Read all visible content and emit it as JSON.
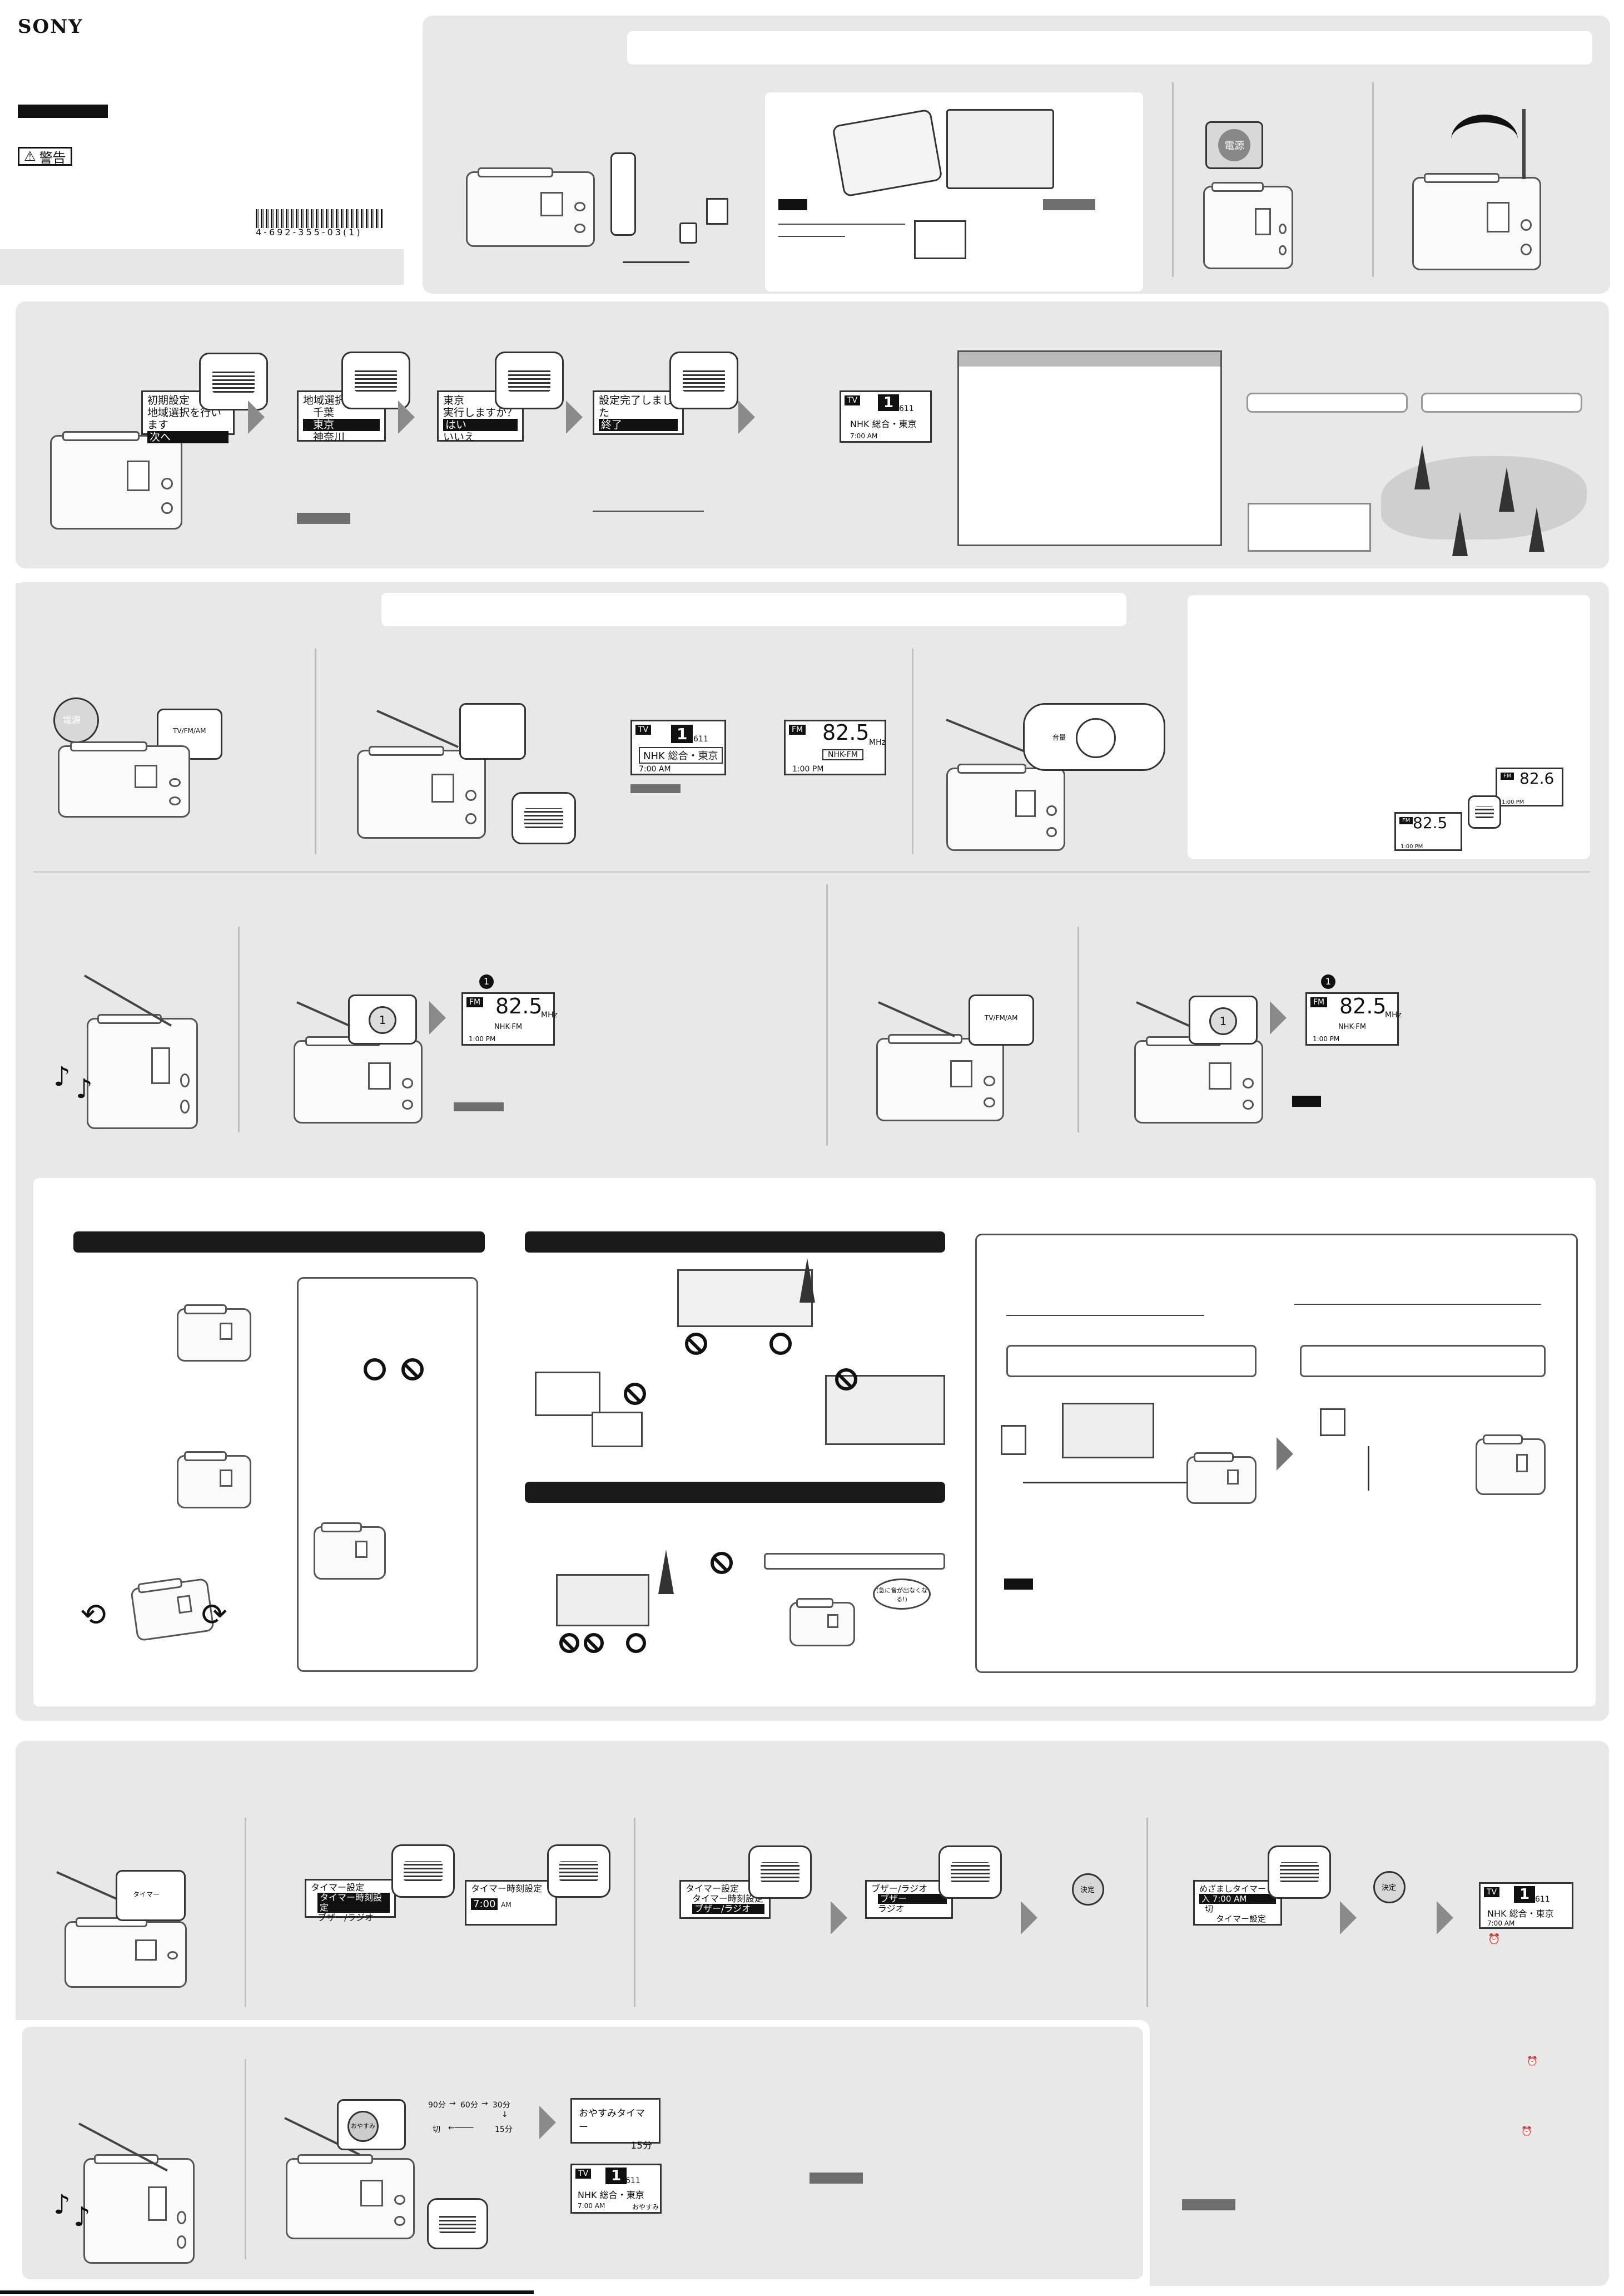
{
  "header": {
    "brand": "SONY",
    "warning_label": "警告",
    "barcode_number": "4-692-355-03(1)"
  },
  "setup_menus": {
    "initial": {
      "title": "初期設定",
      "line1": "地域選択を行います",
      "next": "次へ"
    },
    "region": {
      "title": "地域選択",
      "opt1": "千葉",
      "opt2": "東京",
      "opt3": "神奈川"
    },
    "confirm": {
      "title": "東京",
      "question": "実行しますか？",
      "yes": "はい",
      "no": "いいえ"
    },
    "done": {
      "title": "設定完了しました",
      "end": "終了"
    }
  },
  "displays": {
    "tv": {
      "band": "TV",
      "channel": "1",
      "sub": "611",
      "station": "NHK 総合・東京",
      "time": "7:00 AM"
    },
    "fm": {
      "band": "FM",
      "freq": "82.5",
      "unit": "MHz",
      "station": "NHK-FM",
      "time": "1:00 PM"
    },
    "fm_tuned_a": {
      "freq": "82.6",
      "time": "1:00 PM"
    },
    "fm_tuned_b": {
      "freq": "82.5",
      "time": "1:00 PM"
    },
    "preset": {
      "preset_no": "1",
      "freq": "82.5",
      "unit": "MHz",
      "station": "NHK-FM",
      "time": "1:00 PM"
    }
  },
  "buttons": {
    "power": "電源",
    "band": "TV/FM/AM",
    "preset_1": "1",
    "timer": "タイマー",
    "save": "決定",
    "sleep": "おやすみ",
    "volume_label": "音量"
  },
  "timer_menus": {
    "timer_setting": {
      "title": "タイマー設定",
      "item1": "タイマー時刻設定",
      "item2": "ブザー/ラジオ"
    },
    "time_set": {
      "title": "タイマー時刻設定",
      "value": "7:00",
      "ampm": "AM"
    },
    "source": {
      "title": "ブザー/ラジオ",
      "opt1": "ブザー",
      "opt2": "ラジオ"
    },
    "alarm": {
      "title": "めざましタイマー",
      "on": "入 7:00 AM",
      "off": "切",
      "setting": "タイマー設定"
    }
  },
  "sleep": {
    "steps": [
      "90分",
      "60分",
      "30分",
      "15分",
      "切"
    ],
    "title": "おやすみタイマー",
    "value": "15分",
    "display_tag": "おやすみ"
  },
  "reception_scene": {
    "wall_label": "(急に音が出なくなる!)"
  }
}
